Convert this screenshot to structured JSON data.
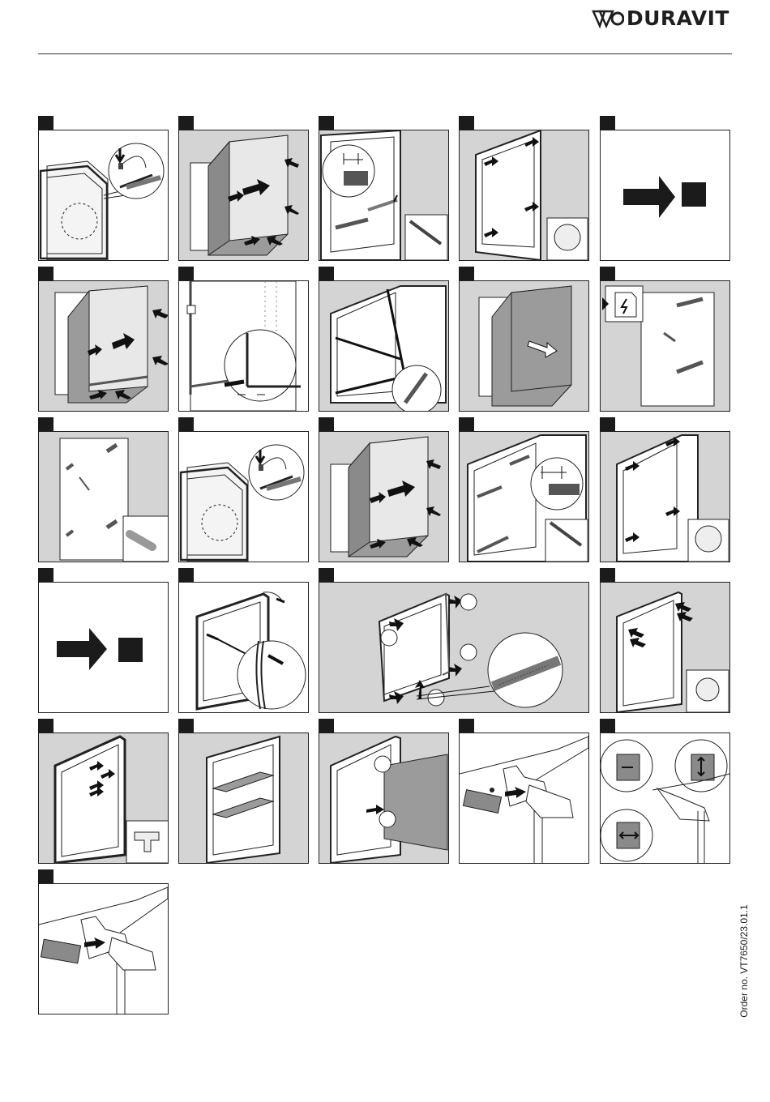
{
  "brand": {
    "name": "DURAVIT",
    "logo_icon": "duravit-logo-icon"
  },
  "footer": {
    "order_number": "Order no. VT7650/23.01.1"
  },
  "steps": [
    {
      "name": "step-01-mount-rail-screw"
    },
    {
      "name": "step-02-attach-cabinet-to-wall"
    },
    {
      "name": "step-03-measure-gap"
    },
    {
      "name": "step-04-adjust-corners"
    },
    {
      "name": "step-05-continue-to-step"
    },
    {
      "name": "step-06-position-cabinet"
    },
    {
      "name": "step-07-align-frame"
    },
    {
      "name": "step-08-level-frame"
    },
    {
      "name": "step-09-remove-cabinet"
    },
    {
      "name": "step-10-electrical-warning"
    },
    {
      "name": "step-11-drill-and-dowel"
    },
    {
      "name": "step-12-mount-rail-screw"
    },
    {
      "name": "step-13-attach-cabinet"
    },
    {
      "name": "step-14-measure-gap"
    },
    {
      "name": "step-15-adjust-corners"
    },
    {
      "name": "step-16-continue-to-step"
    },
    {
      "name": "step-17-peel-protective-film"
    },
    {
      "name": "step-18-seal-and-fix"
    },
    {
      "name": "step-19-fix-top-corners"
    },
    {
      "name": "step-20-insert-shelf-supports"
    },
    {
      "name": "step-21-insert-glass-shelves"
    },
    {
      "name": "step-22-attach-door"
    },
    {
      "name": "step-23-attach-hinge-cover"
    },
    {
      "name": "step-24-adjust-hinge-directions"
    },
    {
      "name": "step-25-attach-hinge-cover"
    }
  ]
}
